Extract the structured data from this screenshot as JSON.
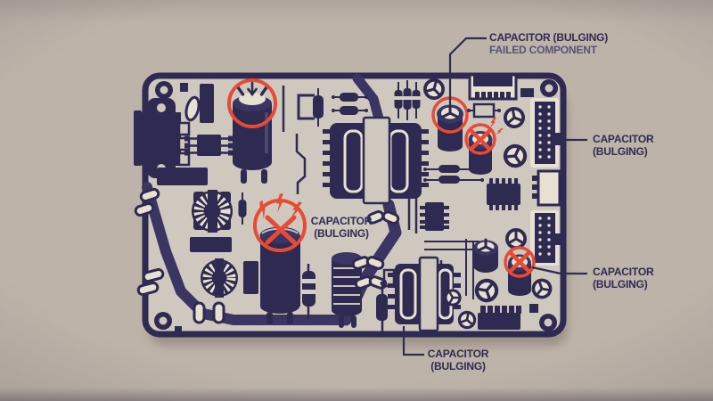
{
  "scene": {
    "description": "Illustration of a power-supply PCB with bulging electrolytic capacitors marked as failed components"
  },
  "palette": {
    "bg": "#beb3a9",
    "board": "#cfc8be",
    "ink": "#2e2a52",
    "trace": "#3a3563",
    "red": "#e84b35",
    "cream": "#e8e0d0"
  },
  "labels": {
    "top": {
      "line1": "CAPACITOR (BULGING)",
      "line2": "FAILED COMPONENT"
    },
    "right_upper": {
      "line1": "CAPACITOR",
      "line2": "(BULGING)"
    },
    "right_lower": {
      "line1": "CAPACITOR",
      "line2": "(BULGING)"
    },
    "center": {
      "line1": "CAPACITOR",
      "line2": "(BULGING)"
    },
    "bottom": {
      "line1": "CAPACITOR",
      "line2": "(BULGING)"
    }
  }
}
